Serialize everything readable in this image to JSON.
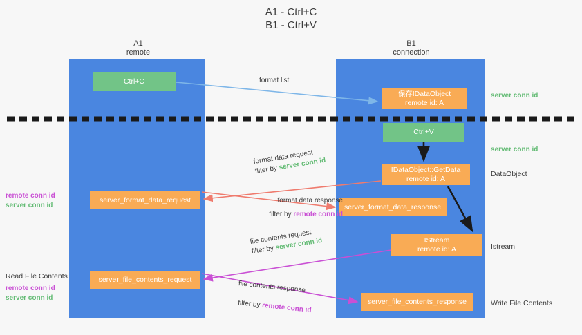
{
  "diagram": {
    "title": "A1 - Ctrl+C\nB1 - Ctrl+V",
    "lanes": [
      {
        "name": "A1",
        "subtitle": "remote",
        "label": "A1\nremote"
      },
      {
        "name": "B1",
        "subtitle": "connection",
        "label": "B1\nconnection"
      }
    ],
    "colors": {
      "lane": "#4a86e0",
      "green_box": "#72c487",
      "orange_box": "#f9ab55",
      "server_conn_id": "#63bb74",
      "remote_conn_id": "#c94fd4",
      "arrow_blue": "#7eb6e8",
      "arrow_red": "#ef7b6e",
      "arrow_magenta": "#c94fd4",
      "arrow_black": "#1a1a1a",
      "divider": "#1a1a1a",
      "background": "#f7f7f7"
    },
    "boxes": {
      "ctrl_c": "Ctrl+C",
      "ctrl_v": "Ctrl+V",
      "idataobject": "保存IDataObject\nremote id: A",
      "getdata": "IDataObject::GetData\nremote id: A",
      "istream": "IStream\nremote id: A",
      "server_format_data_request": "server_format_data_request",
      "server_format_data_response": "server_format_data_response",
      "server_file_contents_request": "server_file_contents_request",
      "server_file_contents_response": "server_file_contents_response"
    },
    "edge_labels": {
      "format_list": "format list",
      "format_data_request": "format data request",
      "format_data_request_filter_prefix": "filter by ",
      "format_data_request_filter_value": "server conn id",
      "format_data_response": "format data response",
      "format_data_response_filter_prefix": "filter by ",
      "format_data_response_filter_value": "remote conn id",
      "file_contents_request": "file contents request",
      "file_contents_request_filter_prefix": "filter by ",
      "file_contents_request_filter_value": "server conn id",
      "file_contents_response": "file contents response",
      "file_contents_response_filter_prefix": "filter by ",
      "file_contents_response_filter_value": "remote conn id"
    },
    "right_labels": {
      "server_conn_id_top": "server conn id",
      "server_conn_id_mid": "server conn id",
      "dataobject": "DataObject",
      "istream": "Istream",
      "write_file_contents": "Write File Contents"
    },
    "left_labels": {
      "remote_conn_id_1": "remote conn id",
      "server_conn_id_1": "server conn id",
      "read_file_contents": "Read File Contents",
      "remote_conn_id_2": "remote conn id",
      "server_conn_id_2": "server conn id"
    }
  }
}
